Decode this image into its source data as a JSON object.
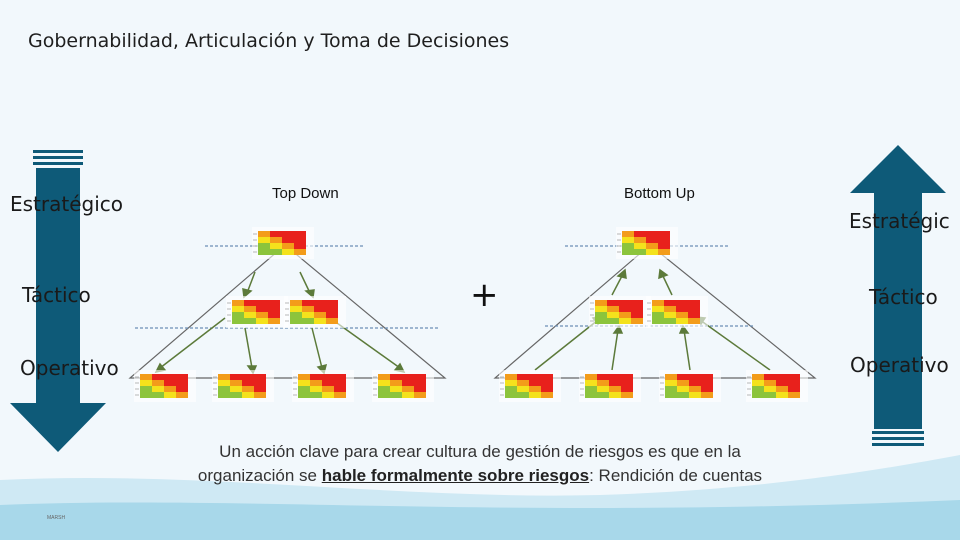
{
  "title": "Gobernabilidad, Articulación y Toma de Decisiones",
  "levels": {
    "strategic": "Estratégico",
    "tactical": "Táctico",
    "operative": "Operativo"
  },
  "right_levels": {
    "strategic": "Estratégic",
    "tactical": "Táctico",
    "operative": "Operativo"
  },
  "columns": {
    "top_down": "Top Down",
    "bottom_up": "Bottom Up"
  },
  "plus_sign": "+",
  "bottom_text": {
    "line1": "Un acción clave para crear cultura de gestión de riesgos es que en la",
    "line2_before": "organización se ",
    "line2_emph": "hable formalmente sobre riesgos",
    "line2_after": ": Rendición de cuentas"
  },
  "logo_text": "MARSH",
  "colors": {
    "arrow": "#0e5a78",
    "heat_red": "#e8211c",
    "heat_orange": "#f39c1a",
    "heat_yellow": "#f4e21c",
    "heat_green": "#8cc43c",
    "connector": "#5c7a3a"
  }
}
